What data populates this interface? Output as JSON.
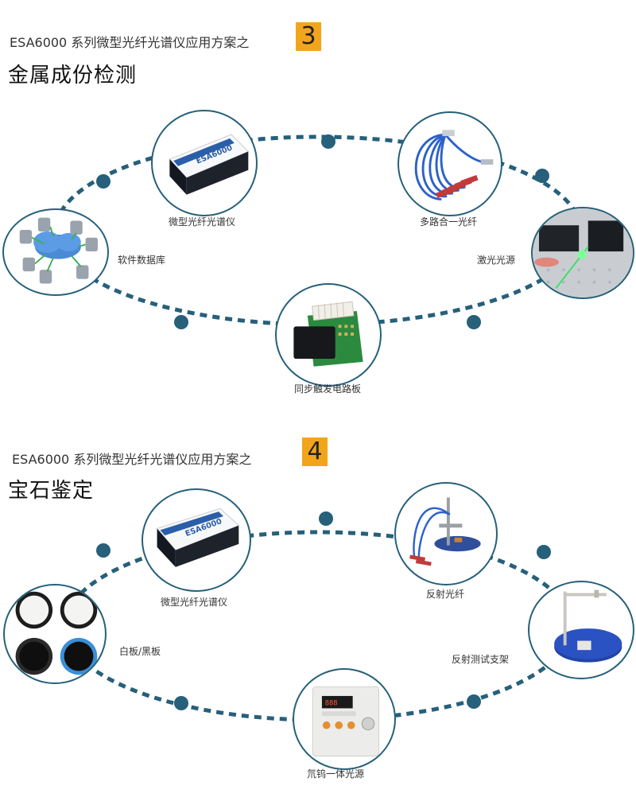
{
  "sections": [
    {
      "subtitle": "ESA6000 系列微型光纤光谱仪应用方案之",
      "number": "3",
      "title": "金属成份检测",
      "labels": {
        "spectrometer": "微型光纤光谱仪",
        "fiber": "多路合一光纤",
        "database": "软件数据库",
        "laser": "激光光源",
        "board": "同步触发电路板",
        "device_logo": "ESA6000"
      }
    },
    {
      "subtitle": "ESA6000 系列微型光纤光谱仪应用方案之",
      "number": "4",
      "title": "宝石鉴定",
      "labels": {
        "spectrometer": "微型光纤光谱仪",
        "fiber": "反射光纤",
        "boards": "白板/黑板",
        "stand": "反射测试支架",
        "light": "氘钨一体光源",
        "device_logo": "ESA6000"
      }
    }
  ],
  "colors": {
    "accent": "#f2a51b",
    "ring": "#26607a"
  }
}
